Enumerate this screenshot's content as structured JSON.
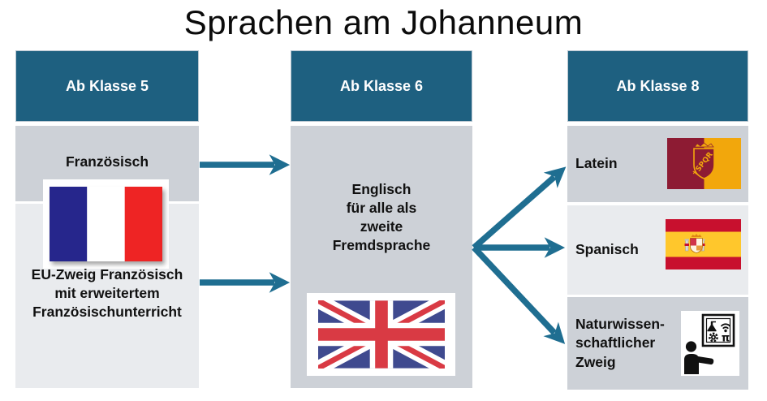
{
  "title": "Sprachen am Johanneum",
  "columns": [
    {
      "header": "Ab Klasse 5",
      "sections": [
        {
          "label": "Französisch",
          "icon": "france-flag"
        },
        {
          "label": "EU-Zweig Französisch\nmit erweitertem\nFranzösischunterricht"
        }
      ]
    },
    {
      "header": "Ab Klasse 6",
      "sections": [
        {
          "label": "Englisch\nfür alle als\nzweite\nFremdsprache",
          "icon": "uk-flag"
        }
      ]
    },
    {
      "header": "Ab Klasse 8",
      "sections": [
        {
          "label": "Latein",
          "icon": "rome-flag"
        },
        {
          "label": "Spanisch",
          "icon": "spain-flag"
        },
        {
          "label": "Naturwissen-\nschaftlicher\nZweig",
          "icon": "science-teacher-icon"
        }
      ]
    }
  ],
  "colors": {
    "header_bg": "#1e6080",
    "arrow": "#1f6e91",
    "panel_dark": "#cdd1d7",
    "panel_light": "#e9ebee",
    "france_blue": "#26268c",
    "france_red": "#ee2424",
    "uk_blue": "#3f4a8f",
    "uk_red": "#d93a44",
    "rome_maroon": "#8d1b33",
    "rome_gold": "#f2a70c",
    "spain_red": "#c8102e",
    "spain_yellow": "#ffc72c"
  }
}
